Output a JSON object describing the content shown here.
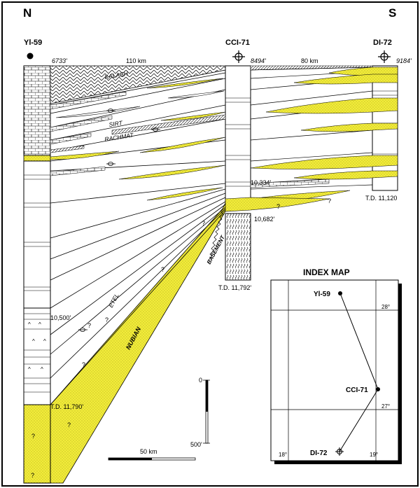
{
  "cross_section": {
    "direction_left": "N",
    "direction_right": "S",
    "wells": [
      {
        "name": "Yl-59",
        "kb_elevation": "6733'"
      },
      {
        "name": "CCI-71",
        "kb_elevation": "8494'",
        "td": "T.D. 11,792'"
      },
      {
        "name": "DI-72",
        "kb_elevation": "9184'",
        "td": "T.D. 11,120"
      }
    ],
    "spacing_left": "110 km",
    "spacing_right": "80 km",
    "formations": {
      "kalash": "KALASH",
      "sirt": "SIRT",
      "rachmat": "RACHMAT",
      "etel": "ETEL",
      "nubian": "NUBIAN",
      "basement": "BASEMENT"
    },
    "depths": {
      "yl59_top_nubian": "10,500'",
      "yl59_td": "T.D. 11,790'",
      "cci71_top": "10,334'",
      "cci71_basement": "10,682'"
    },
    "question_mark": "?",
    "vertical_scale": {
      "top": "0",
      "bottom": "500'"
    },
    "horizontal_scale": "50 km"
  },
  "index_map": {
    "title": "INDEX MAP",
    "wells": [
      "Yl-59",
      "CCI-71",
      "DI-72"
    ],
    "latitudes": [
      "28°",
      "27°"
    ],
    "longitudes": [
      "18°",
      "19°"
    ]
  },
  "colors": {
    "sand": "#f2ec3a",
    "sand_dots": "#8f8a10",
    "line": "#000000"
  }
}
